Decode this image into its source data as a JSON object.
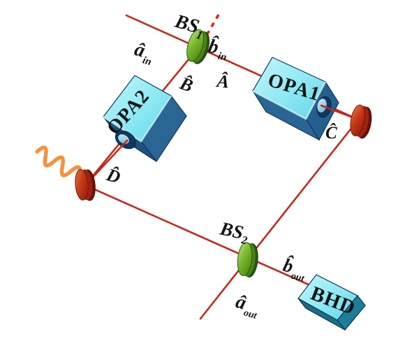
{
  "colors": {
    "background": "#ffffff",
    "beam": "#c3271b",
    "beam_dashed": "#f01505",
    "pump": "#f6913d",
    "bs_green_face": "#6fae1e",
    "bs_green_rim": "#2a570d",
    "box_cyan_top": "#8ce9f3",
    "box_steel_side": "#2a6694",
    "box_dark_side": "#1d5380",
    "bhd_teal_side": "#1b7e98",
    "mirror_face": "#c23a1c",
    "mirror_rim": "#6e1206",
    "label_text": "#131313"
  },
  "labels": {
    "bs1": {
      "main": "BS",
      "sub": "1"
    },
    "bs2": {
      "main": "BS",
      "sub": "2"
    },
    "a_in": {
      "main": "â",
      "sub": "in"
    },
    "b_in": {
      "main": "b̂",
      "sub": "in"
    },
    "a_out": {
      "main": "â",
      "sub": "out"
    },
    "b_out": {
      "main": "b̂",
      "sub": "out"
    },
    "mode_A": {
      "main": "Â"
    },
    "mode_B": {
      "main": "B̂"
    },
    "mode_C": {
      "main": "Ĉ"
    },
    "mode_D": {
      "main": "D̂"
    },
    "opa1": "OPA1",
    "opa2": "OPA2",
    "bhd": "BHD"
  }
}
